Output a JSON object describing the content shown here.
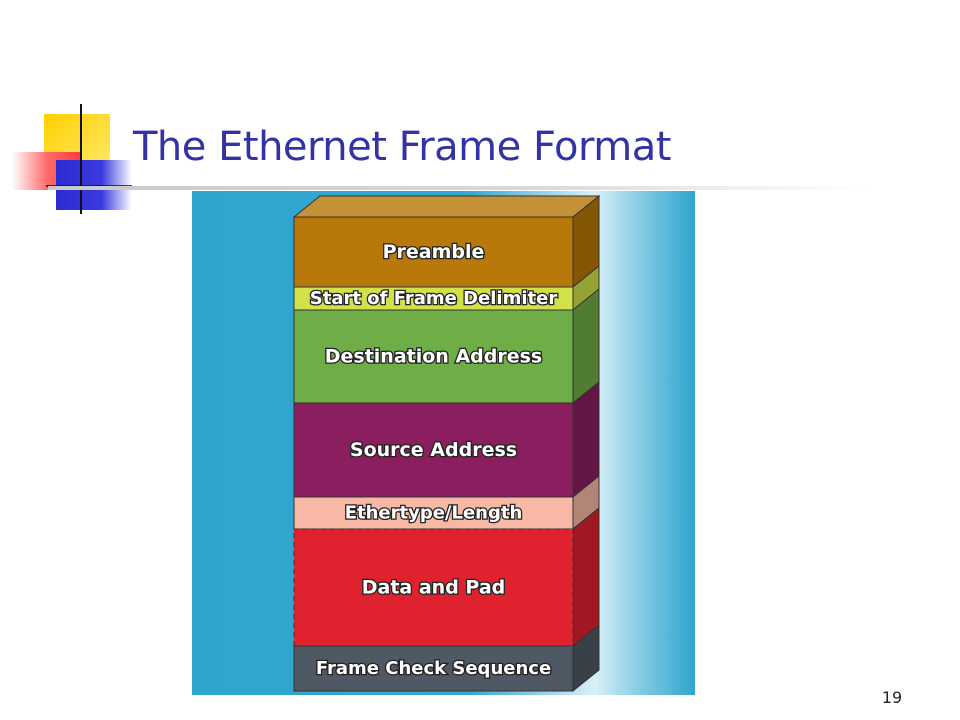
{
  "slide": {
    "title": "The Ethernet Frame Format",
    "page_number": "19"
  },
  "diagram": {
    "fields": [
      {
        "label": "Preamble",
        "color": "#b8790a"
      },
      {
        "label": "Start of Frame Delimiter",
        "color": "#d2e14a"
      },
      {
        "label": "Destination Address",
        "color": "#6fae46"
      },
      {
        "label": "Source Address",
        "color": "#8a1e5e"
      },
      {
        "label": "Ethertype/Length",
        "color": "#f8b8a6"
      },
      {
        "label": "Data and Pad",
        "color": "#e0222f"
      },
      {
        "label": "Frame Check Sequence",
        "color": "#4f5964"
      }
    ],
    "background_color": "#32a7cf"
  }
}
